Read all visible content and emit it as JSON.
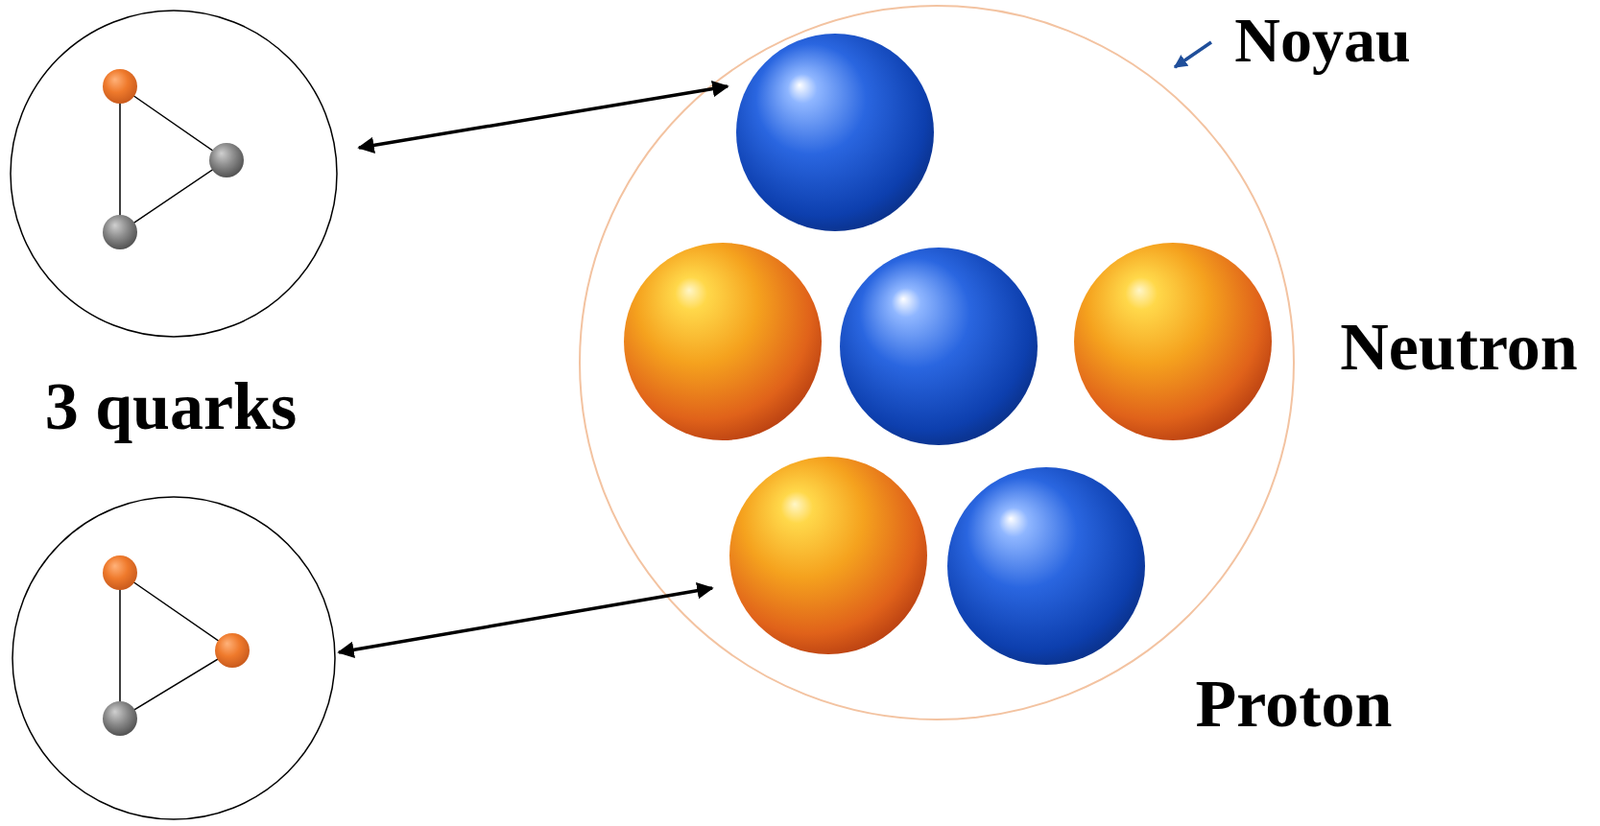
{
  "diagram": {
    "labels": [
      "Noyau",
      "3 quarks",
      "Neutron",
      "Proton"
    ]
  }
}
